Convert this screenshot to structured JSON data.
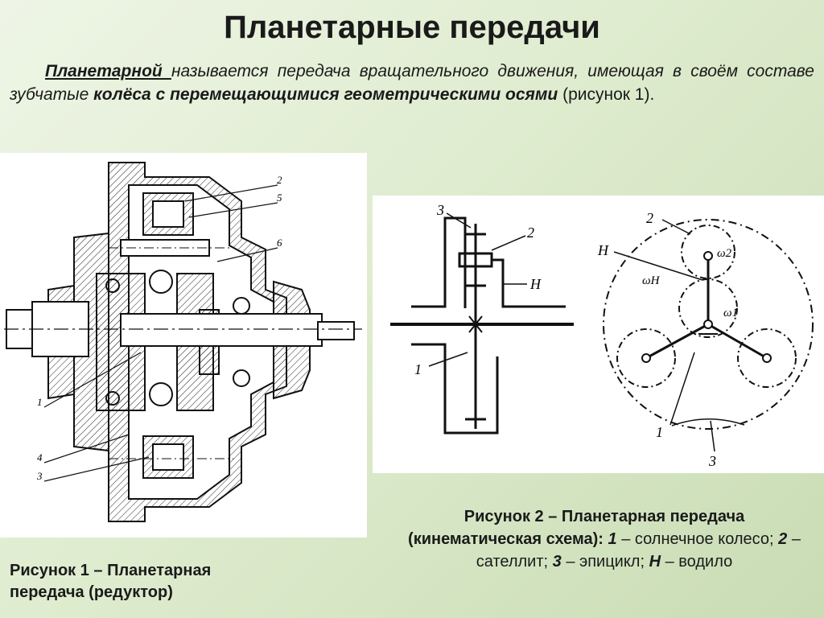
{
  "title": "Планетарные передачи",
  "definition": {
    "term": "Планетарной ",
    "text1": "называется передача вращательного движения, имеющая в своём составе зубчатые ",
    "emphasis": "колёса с перемещающимися геометрическими осями",
    "text2": " (рисунок 1)."
  },
  "figure1": {
    "labels": [
      "2",
      "5",
      "6",
      "1",
      "4",
      "3"
    ],
    "caption_line1": "Рисунок 1 – Планетарная",
    "caption_line2": "передача (редуктор)"
  },
  "figure2": {
    "left_labels": [
      "3",
      "2",
      "H",
      "1"
    ],
    "right_labels": [
      "2",
      "H",
      "ω2",
      "ωH",
      "ω1",
      "1",
      "3"
    ],
    "caption": {
      "part1": "Рисунок 2 – Планетарная передача (кинематическая схема): ",
      "n1": "1",
      "d1": " – солнечное колесо; ",
      "n2": "2",
      "d2": " – сателлит; ",
      "n3": "3",
      "d3": " – эпицикл; ",
      "n4": "Н",
      "d4": " – водило"
    }
  },
  "colors": {
    "background": "#dfeccf",
    "text": "#1a1a1a"
  }
}
